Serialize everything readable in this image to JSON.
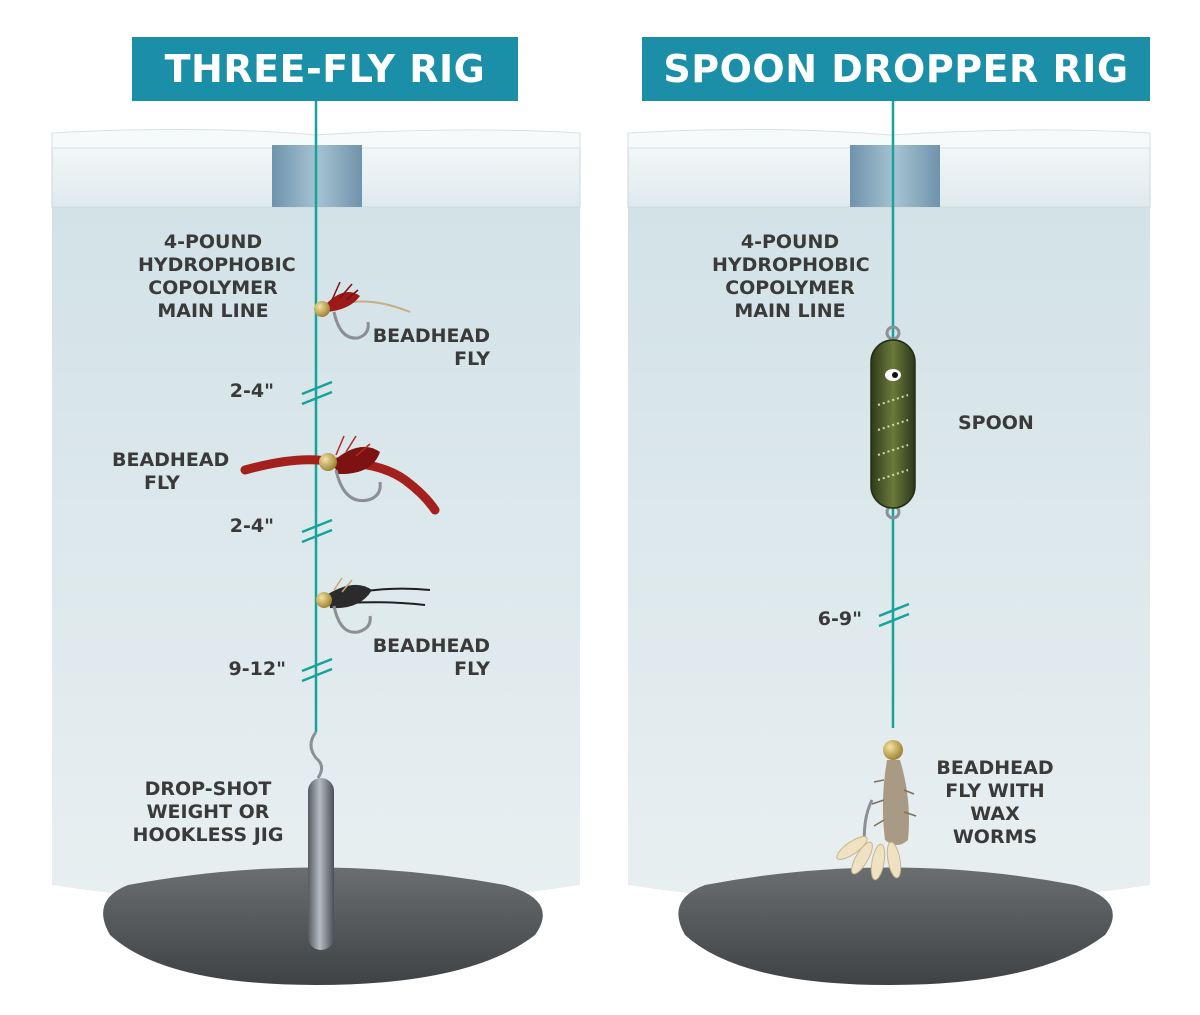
{
  "colors": {
    "title_bg": "#1b8fa8",
    "line": "#17a39a",
    "water": "#dfe9ec",
    "ice": "#e9f1f3",
    "ice_hole": "#8eaec1",
    "bottom": "#5b5e60",
    "label": "#3a3a3a"
  },
  "left_rig": {
    "title": "THREE-FLY RIG",
    "main_line_label": [
      "4-POUND",
      "HYDROPHOBIC",
      "COPOLYMER",
      "MAIN LINE"
    ],
    "fly1_label": [
      "BEADHEAD",
      "FLY"
    ],
    "gap1_label": "2-4\"",
    "fly2_label": [
      "BEADHEAD",
      "FLY"
    ],
    "gap2_label": "2-4\"",
    "fly3_label": [
      "BEADHEAD",
      "FLY"
    ],
    "gap3_label": "9-12\"",
    "weight_label": [
      "DROP-SHOT",
      "WEIGHT OR",
      "HOOKLESS JIG"
    ]
  },
  "right_rig": {
    "title": "SPOON DROPPER RIG",
    "main_line_label": [
      "4-POUND",
      "HYDROPHOBIC",
      "COPOLYMER",
      "MAIN LINE"
    ],
    "spoon_label": "SPOON",
    "gap_label": "6-9\"",
    "fly_label": [
      "BEADHEAD",
      "FLY WITH",
      "WAX",
      "WORMS"
    ]
  }
}
